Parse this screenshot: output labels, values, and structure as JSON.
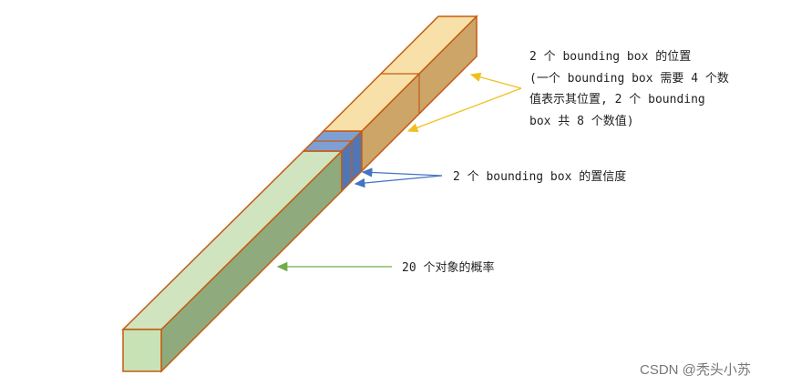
{
  "annotations": {
    "position_lines": [
      "2 个 bounding box 的位置",
      "(一个 bounding box 需要 4 个数",
      "值表示其位置, 2 个 bounding",
      "box 共 8 个数值)"
    ],
    "confidence": "2 个 bounding box 的置信度",
    "class_prob": "20 个对象的概率"
  },
  "watermark": "CSDN @秃头小苏",
  "colors": {
    "green_front": "#c8e2b5",
    "green_top": "#cfe4bf",
    "green_side": "#8fab7e",
    "yellow_front": "#f5dca0",
    "yellow_top": "#f8e1a8",
    "yellow_side": "#cda569",
    "blue_top": "#7f9fd3",
    "blue_side": "#4f77b8",
    "edge": "#c55a11",
    "arrow_yellow": "#f0c020",
    "arrow_blue": "#4472c4",
    "arrow_green": "#70ad47"
  }
}
